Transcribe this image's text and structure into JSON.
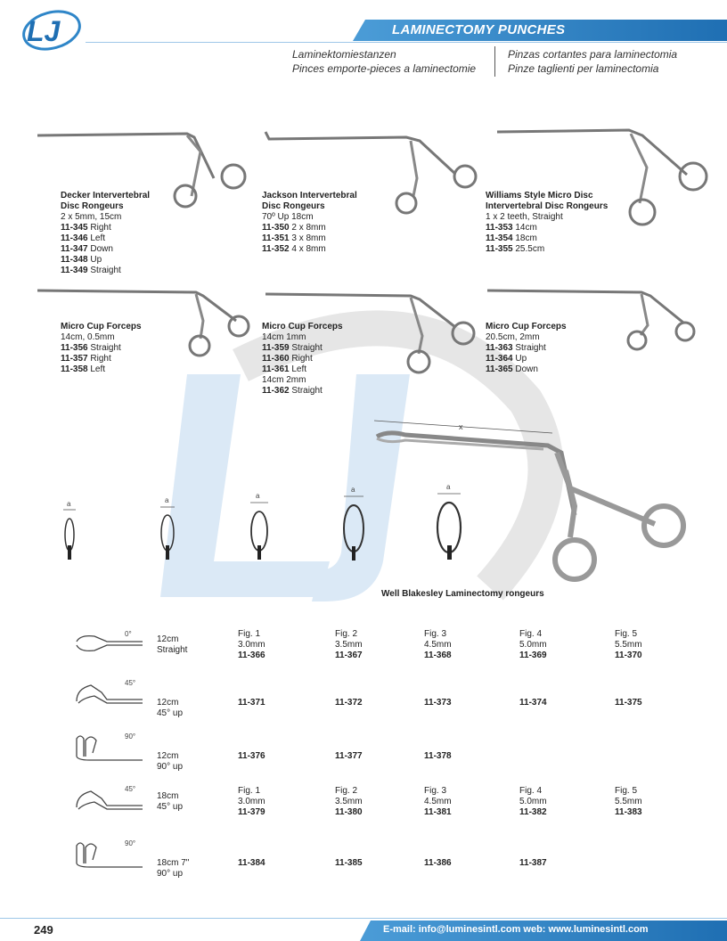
{
  "header": {
    "logo_text": "LJ",
    "title": "LAMINECTOMY PUNCHES",
    "subtitles": {
      "de": "Laminektomiestanzen",
      "es": "Pinzas cortantes para laminectomia",
      "fr": "Pinces emporte-pieces a laminectomie",
      "it": "Pinze taglienti per laminectomia"
    }
  },
  "products": [
    {
      "name_lines": [
        "Decker Intervertebral",
        "Disc Rongeurs"
      ],
      "spec_lines": [
        "2 x 5mm, 15cm"
      ],
      "items": [
        {
          "code": "11-345",
          "desc": "Right"
        },
        {
          "code": "11-346",
          "desc": "Left"
        },
        {
          "code": "11-347",
          "desc": "Down"
        },
        {
          "code": "11-348",
          "desc": "Up"
        },
        {
          "code": "11-349",
          "desc": "Straight"
        }
      ]
    },
    {
      "name_lines": [
        "Jackson Intervertebral",
        "Disc Rongeurs"
      ],
      "spec_lines": [
        "70º Up 18cm"
      ],
      "items": [
        {
          "code": "11-350",
          "desc": "2 x 8mm"
        },
        {
          "code": "11-351",
          "desc": "3 x 8mm"
        },
        {
          "code": "11-352",
          "desc": "4 x 8mm"
        }
      ]
    },
    {
      "name_lines": [
        "Williams Style Micro Disc",
        "Intervertebral Disc Rongeurs"
      ],
      "spec_lines": [
        "1 x 2 teeth, Straight"
      ],
      "items": [
        {
          "code": "11-353",
          "desc": "14cm"
        },
        {
          "code": "11-354",
          "desc": "18cm"
        },
        {
          "code": "11-355",
          "desc": "25.5cm"
        }
      ]
    },
    {
      "name_lines": [
        "Micro Cup Forceps"
      ],
      "spec_lines": [
        "14cm, 0.5mm"
      ],
      "items": [
        {
          "code": "11-356",
          "desc": "Straight"
        },
        {
          "code": "11-357",
          "desc": "Right"
        },
        {
          "code": "11-358",
          "desc": "Left"
        }
      ]
    },
    {
      "name_lines": [
        "Micro Cup Forceps"
      ],
      "spec_lines": [
        "14cm 1mm"
      ],
      "items": [
        {
          "code": "11-359",
          "desc": "Straight"
        },
        {
          "code": "11-360",
          "desc": "Right"
        },
        {
          "code": "11-361",
          "desc": "Left"
        },
        {
          "code": "",
          "desc": "14cm 2mm"
        },
        {
          "code": "11-362",
          "desc": "Straight"
        }
      ]
    },
    {
      "name_lines": [
        "Micro Cup Forceps"
      ],
      "spec_lines": [
        "20.5cm, 2mm"
      ],
      "items": [
        {
          "code": "11-363",
          "desc": "Straight"
        },
        {
          "code": "11-364",
          "desc": "Up"
        },
        {
          "code": "11-365",
          "desc": "Down"
        }
      ]
    }
  ],
  "kerrison": {
    "tip_label": "a",
    "length_label": "x",
    "caption": "Well Blakesley Laminectomy rongeurs"
  },
  "table": {
    "rows": [
      {
        "angle": "0°",
        "size": "12cm",
        "sub": "Straight",
        "figs": [
          {
            "fig": "Fig. 1",
            "mm": "3.0mm",
            "code": "11-366"
          },
          {
            "fig": "Fig. 2",
            "mm": "3.5mm",
            "code": "11-367"
          },
          {
            "fig": "Fig. 3",
            "mm": "4.5mm",
            "code": "11-368"
          },
          {
            "fig": "Fig. 4",
            "mm": "5.0mm",
            "code": "11-369"
          },
          {
            "fig": "Fig. 5",
            "mm": "5.5mm",
            "code": "11-370"
          }
        ]
      },
      {
        "angle": "45°",
        "size": "12cm",
        "sub": "45° up",
        "figs": [
          {
            "fig": "",
            "mm": "",
            "code": "11-371"
          },
          {
            "fig": "",
            "mm": "",
            "code": "11-372"
          },
          {
            "fig": "",
            "mm": "",
            "code": "11-373"
          },
          {
            "fig": "",
            "mm": "",
            "code": "11-374"
          },
          {
            "fig": "",
            "mm": "",
            "code": "11-375"
          }
        ]
      },
      {
        "angle": "90°",
        "size": "12cm",
        "sub": "90° up",
        "figs": [
          {
            "fig": "",
            "mm": "",
            "code": "11-376"
          },
          {
            "fig": "",
            "mm": "",
            "code": "11-377"
          },
          {
            "fig": "",
            "mm": "",
            "code": "11-378"
          }
        ]
      },
      {
        "angle": "45°",
        "size": "18cm",
        "sub": "45° up",
        "figs": [
          {
            "fig": "Fig. 1",
            "mm": "3.0mm",
            "code": "11-379"
          },
          {
            "fig": "Fig. 2",
            "mm": "3.5mm",
            "code": "11-380"
          },
          {
            "fig": "Fig. 3",
            "mm": "4.5mm",
            "code": "11-381"
          },
          {
            "fig": "Fig. 4",
            "mm": "5.0mm",
            "code": "11-382"
          },
          {
            "fig": "Fig. 5",
            "mm": "5.5mm",
            "code": "11-383"
          }
        ]
      },
      {
        "angle": "90°",
        "size": "18cm 7\"",
        "sub": "90° up",
        "figs": [
          {
            "fig": "",
            "mm": "",
            "code": "11-384"
          },
          {
            "fig": "",
            "mm": "",
            "code": "11-385"
          },
          {
            "fig": "",
            "mm": "",
            "code": "11-386"
          },
          {
            "fig": "",
            "mm": "",
            "code": "11-387"
          }
        ]
      }
    ]
  },
  "footer": {
    "page_number": "249",
    "contact": "E-mail: info@luminesintl.com  web: www.luminesintl.com"
  },
  "colors": {
    "accent": "#2f86c8",
    "watermark": "#dbe9f6"
  }
}
